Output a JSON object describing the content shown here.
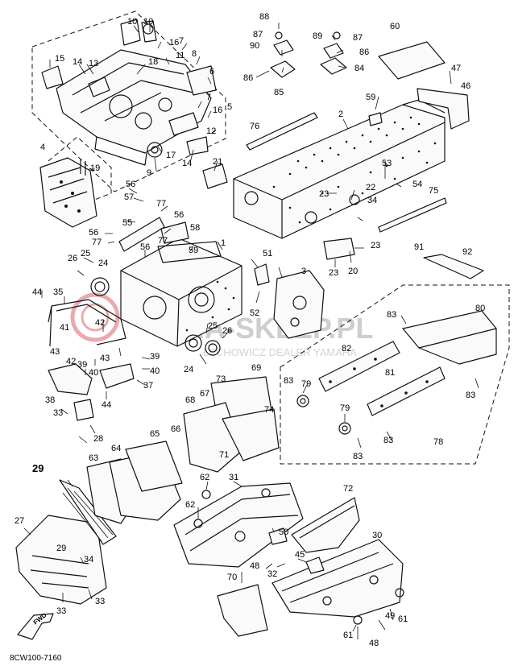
{
  "diagram_code": "8CW100-7160",
  "fwd_label": "FWD",
  "watermark": {
    "brand": "MA-SKLEP.PL",
    "sub": "ŁĘCHOWICZ DEALER YAMAHA"
  },
  "callouts": [
    {
      "id": "c1",
      "label": "1"
    },
    {
      "id": "c2",
      "label": "2"
    },
    {
      "id": "c3",
      "label": "3"
    },
    {
      "id": "c4",
      "label": "4"
    },
    {
      "id": "c5",
      "label": "5"
    },
    {
      "id": "c6",
      "label": "6"
    },
    {
      "id": "c7a",
      "label": "7"
    },
    {
      "id": "c7b",
      "label": "7"
    },
    {
      "id": "c8",
      "label": "8"
    },
    {
      "id": "c9",
      "label": "9"
    },
    {
      "id": "c10a",
      "label": "10"
    },
    {
      "id": "c10b",
      "label": "10"
    },
    {
      "id": "c11",
      "label": "11"
    },
    {
      "id": "c12",
      "label": "12"
    },
    {
      "id": "c13",
      "label": "13"
    },
    {
      "id": "c14a",
      "label": "14"
    },
    {
      "id": "c14b",
      "label": "14"
    },
    {
      "id": "c15",
      "label": "15"
    },
    {
      "id": "c16a",
      "label": "16"
    },
    {
      "id": "c16b",
      "label": "16"
    },
    {
      "id": "c17",
      "label": "17"
    },
    {
      "id": "c18",
      "label": "18"
    },
    {
      "id": "c19",
      "label": "19"
    },
    {
      "id": "c20",
      "label": "20"
    },
    {
      "id": "c21",
      "label": "21"
    },
    {
      "id": "c22",
      "label": "22"
    },
    {
      "id": "c23a",
      "label": "23"
    },
    {
      "id": "c23b",
      "label": "23"
    },
    {
      "id": "c23c",
      "label": "23"
    },
    {
      "id": "c24a",
      "label": "24"
    },
    {
      "id": "c24b",
      "label": "24"
    },
    {
      "id": "c25a",
      "label": "25"
    },
    {
      "id": "c25b",
      "label": "25"
    },
    {
      "id": "c26a",
      "label": "26"
    },
    {
      "id": "c26b",
      "label": "26"
    },
    {
      "id": "c27",
      "label": "27"
    },
    {
      "id": "c28",
      "label": "28"
    },
    {
      "id": "c29a",
      "label": "29"
    },
    {
      "id": "c29b",
      "label": "29"
    },
    {
      "id": "c30",
      "label": "30"
    },
    {
      "id": "c31",
      "label": "31"
    },
    {
      "id": "c32",
      "label": "32"
    },
    {
      "id": "c33a",
      "label": "33"
    },
    {
      "id": "c33b",
      "label": "33"
    },
    {
      "id": "c33c",
      "label": "33"
    },
    {
      "id": "c34a",
      "label": "34"
    },
    {
      "id": "c34b",
      "label": "34"
    },
    {
      "id": "c35",
      "label": "35"
    },
    {
      "id": "c37",
      "label": "37"
    },
    {
      "id": "c38",
      "label": "38"
    },
    {
      "id": "c39a",
      "label": "39"
    },
    {
      "id": "c39b",
      "label": "39"
    },
    {
      "id": "c40a",
      "label": "40"
    },
    {
      "id": "c40b",
      "label": "40"
    },
    {
      "id": "c41",
      "label": "41"
    },
    {
      "id": "c42a",
      "label": "42"
    },
    {
      "id": "c42b",
      "label": "42"
    },
    {
      "id": "c43a",
      "label": "43"
    },
    {
      "id": "c43b",
      "label": "43"
    },
    {
      "id": "c44a",
      "label": "44"
    },
    {
      "id": "c44b",
      "label": "44"
    },
    {
      "id": "c45",
      "label": "45"
    },
    {
      "id": "c46",
      "label": "46"
    },
    {
      "id": "c47",
      "label": "47"
    },
    {
      "id": "c48a",
      "label": "48"
    },
    {
      "id": "c48b",
      "label": "48"
    },
    {
      "id": "c49",
      "label": "49"
    },
    {
      "id": "c50",
      "label": "50"
    },
    {
      "id": "c51",
      "label": "51"
    },
    {
      "id": "c52",
      "label": "52"
    },
    {
      "id": "c53",
      "label": "53"
    },
    {
      "id": "c54",
      "label": "54"
    },
    {
      "id": "c55",
      "label": "55"
    },
    {
      "id": "c56a",
      "label": "56"
    },
    {
      "id": "c56b",
      "label": "56"
    },
    {
      "id": "c56c",
      "label": "56"
    },
    {
      "id": "c56d",
      "label": "56"
    },
    {
      "id": "c57",
      "label": "57"
    },
    {
      "id": "c58",
      "label": "58"
    },
    {
      "id": "c59a",
      "label": "59"
    },
    {
      "id": "c59b",
      "label": "59"
    },
    {
      "id": "c60",
      "label": "60"
    },
    {
      "id": "c61a",
      "label": "61"
    },
    {
      "id": "c61b",
      "label": "61"
    },
    {
      "id": "c62a",
      "label": "62"
    },
    {
      "id": "c62b",
      "label": "62"
    },
    {
      "id": "c63",
      "label": "63"
    },
    {
      "id": "c64",
      "label": "64"
    },
    {
      "id": "c65",
      "label": "65"
    },
    {
      "id": "c66",
      "label": "66"
    },
    {
      "id": "c67",
      "label": "67"
    },
    {
      "id": "c68",
      "label": "68"
    },
    {
      "id": "c69",
      "label": "69"
    },
    {
      "id": "c70",
      "label": "70"
    },
    {
      "id": "c71",
      "label": "71"
    },
    {
      "id": "c72",
      "label": "72"
    },
    {
      "id": "c73",
      "label": "73"
    },
    {
      "id": "c74",
      "label": "74"
    },
    {
      "id": "c75",
      "label": "75"
    },
    {
      "id": "c76",
      "label": "76"
    },
    {
      "id": "c77a",
      "label": "77"
    },
    {
      "id": "c77b",
      "label": "77"
    },
    {
      "id": "c77c",
      "label": "77"
    },
    {
      "id": "c78",
      "label": "78"
    },
    {
      "id": "c79a",
      "label": "79"
    },
    {
      "id": "c79b",
      "label": "79"
    },
    {
      "id": "c80",
      "label": "80"
    },
    {
      "id": "c81",
      "label": "81"
    },
    {
      "id": "c82",
      "label": "82"
    },
    {
      "id": "c83a",
      "label": "83"
    },
    {
      "id": "c83b",
      "label": "83"
    },
    {
      "id": "c83c",
      "label": "83"
    },
    {
      "id": "c83d",
      "label": "83"
    },
    {
      "id": "c83e",
      "label": "83"
    },
    {
      "id": "c84",
      "label": "84"
    },
    {
      "id": "c85",
      "label": "85"
    },
    {
      "id": "c86a",
      "label": "86"
    },
    {
      "id": "c86b",
      "label": "86"
    },
    {
      "id": "c87a",
      "label": "87"
    },
    {
      "id": "c87b",
      "label": "87"
    },
    {
      "id": "c88",
      "label": "88"
    },
    {
      "id": "c89",
      "label": "89"
    },
    {
      "id": "c90",
      "label": "90"
    },
    {
      "id": "c91",
      "label": "91"
    },
    {
      "id": "c92",
      "label": "92"
    }
  ]
}
